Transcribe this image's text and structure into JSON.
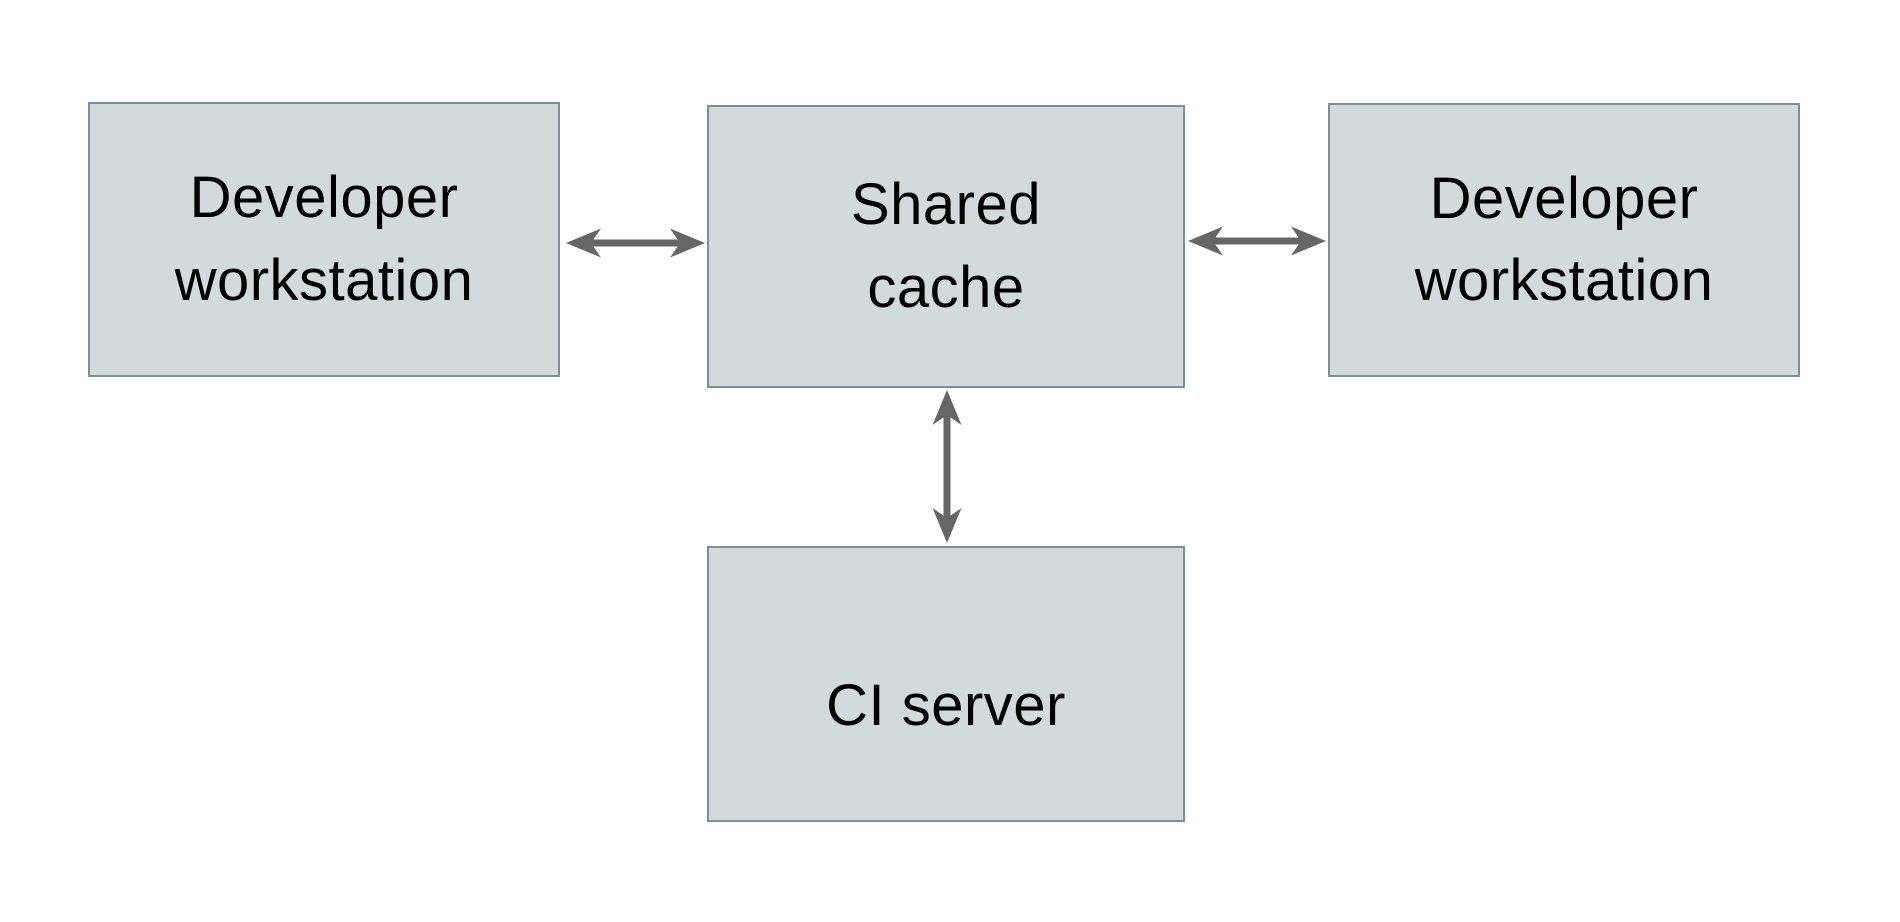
{
  "diagram": {
    "type": "architecture-diagram",
    "colors": {
      "background": "#ffffff",
      "node_fill": "#d3dadc",
      "node_border": "#7a8f98",
      "arrow_color": "#666666",
      "text_color": "#000000"
    },
    "nodes": [
      {
        "id": "developer-workstation-left",
        "label": "Developer workstation",
        "lines": [
          "Developer",
          "workstation"
        ]
      },
      {
        "id": "shared-cache",
        "label": "Shared cache",
        "lines": [
          "Shared",
          "cache"
        ]
      },
      {
        "id": "developer-workstation-right",
        "label": "Developer workstation",
        "lines": [
          "Developer",
          "workstation"
        ]
      },
      {
        "id": "ci-server",
        "label": "CI server",
        "lines": [
          "CI server"
        ]
      }
    ],
    "edges": [
      {
        "from": "developer-workstation-left",
        "to": "shared-cache",
        "direction": "bidirectional"
      },
      {
        "from": "developer-workstation-right",
        "to": "shared-cache",
        "direction": "bidirectional"
      },
      {
        "from": "ci-server",
        "to": "shared-cache",
        "direction": "bidirectional"
      }
    ]
  }
}
